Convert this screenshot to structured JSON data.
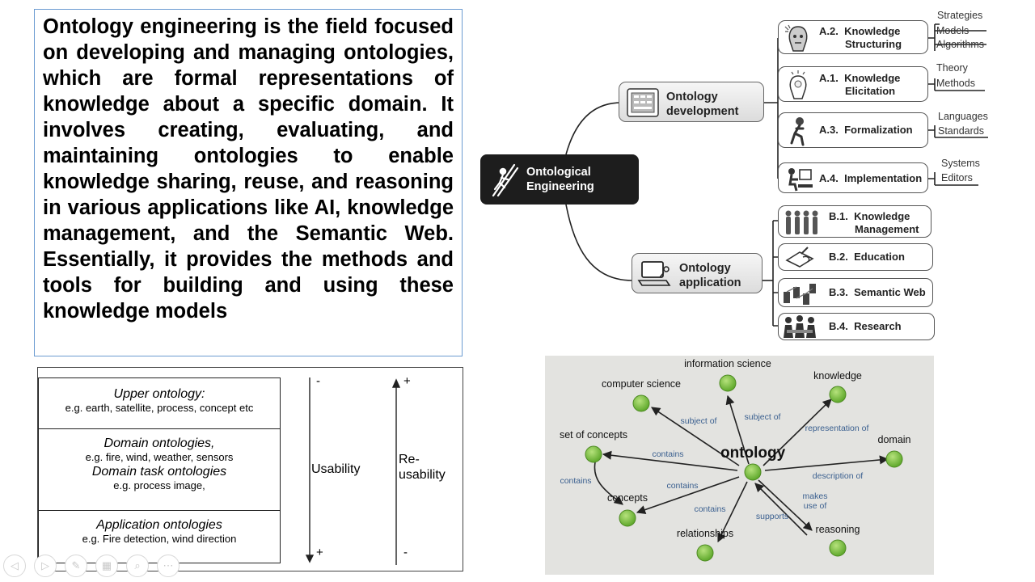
{
  "intro": {
    "text": "Ontology engineering is the field focused on developing and managing ontologies, which are formal representations of knowledge about a specific domain. It involves creating, evaluating, and maintaining ontologies to enable knowledge sharing, reuse, and reasoning in various applications like AI, knowledge management, and the Semantic Web. Essentially, it provides the methods and tools for building and using these knowledge models"
  },
  "mindmap": {
    "root": {
      "line1": "Ontological",
      "line2": "Engineering",
      "icon": "climber-icon"
    },
    "development": {
      "line1": "Ontology",
      "line2": "development",
      "icon": "blueprint-icon"
    },
    "application": {
      "line1": "Ontology",
      "line2": "application",
      "icon": "laptop-icon"
    },
    "development_items": [
      {
        "code": "A.2.",
        "line1": "Knowledge",
        "line2": "Structuring",
        "icon": "head-gears-icon",
        "side": [
          "Strategies",
          "Models",
          "Algorithms"
        ]
      },
      {
        "code": "A.1.",
        "line1": "Knowledge",
        "line2": "Elicitation",
        "icon": "lightbulb-head-icon",
        "side": [
          "Theory",
          "Methods"
        ]
      },
      {
        "code": "A.3.",
        "line1": "Formalization",
        "line2": "",
        "icon": "thinker-icon",
        "side": [
          "Languages",
          "Standards"
        ]
      },
      {
        "code": "A.4.",
        "line1": "Implementation",
        "line2": "",
        "icon": "computer-user-icon",
        "side": [
          "Systems",
          "Editors"
        ]
      }
    ],
    "application_items": [
      {
        "code": "B.1.",
        "line1": "Knowledge",
        "line2": "Management",
        "icon": "people-group-icon"
      },
      {
        "code": "B.2.",
        "line1": "Education",
        "line2": "",
        "icon": "book-hand-icon"
      },
      {
        "code": "B.3.",
        "line1": "Semantic Web",
        "line2": "",
        "icon": "network-servers-icon"
      },
      {
        "code": "B.4.",
        "line1": "Research",
        "line2": "",
        "icon": "meeting-icon"
      }
    ]
  },
  "levels": {
    "upper": {
      "title": "Upper ontology:",
      "eg": "e.g. earth, satellite, process, concept etc"
    },
    "domain": {
      "title": "Domain ontologies,",
      "eg": "e.g. fire, wind, weather, sensors",
      "title2": "Domain task ontologies",
      "eg2": "e.g. process image,"
    },
    "application": {
      "title": "Application ontologies",
      "eg": "e.g. Fire detection, wind direction"
    },
    "usability": {
      "label": "Usability",
      "top_sign": "-",
      "bottom_sign": "+"
    },
    "reusability": {
      "label": "Re-\nusability",
      "top_sign": "+",
      "bottom_sign": "-"
    }
  },
  "network": {
    "center": "ontology",
    "node_color": "#7cc242",
    "edge_label_color": "#3a5f8f",
    "nodes": [
      {
        "id": "information-science",
        "label": "information science"
      },
      {
        "id": "computer-science",
        "label": "computer science"
      },
      {
        "id": "knowledge",
        "label": "knowledge"
      },
      {
        "id": "set-of-concepts",
        "label": "set of concepts"
      },
      {
        "id": "domain",
        "label": "domain"
      },
      {
        "id": "concepts",
        "label": "concepts"
      },
      {
        "id": "relationships",
        "label": "relationships"
      },
      {
        "id": "reasoning",
        "label": "reasoning"
      }
    ],
    "edges": [
      {
        "label": "subject of"
      },
      {
        "label": "subject of"
      },
      {
        "label": "representation of"
      },
      {
        "label": "contains"
      },
      {
        "label": "description of"
      },
      {
        "label": "contains"
      },
      {
        "label": "contains"
      },
      {
        "label": "contains"
      },
      {
        "label": "makes use of"
      },
      {
        "label": "supports"
      }
    ]
  },
  "controls": {
    "items": [
      {
        "icon": "back-arrow-icon",
        "glyph": "◁"
      },
      {
        "icon": "forward-arrow-icon",
        "glyph": "▷"
      },
      {
        "icon": "pen-icon",
        "glyph": "✎"
      },
      {
        "icon": "slides-icon",
        "glyph": "▦"
      },
      {
        "icon": "zoom-icon",
        "glyph": "⌕"
      },
      {
        "icon": "more-icon",
        "glyph": "⋯"
      }
    ]
  }
}
